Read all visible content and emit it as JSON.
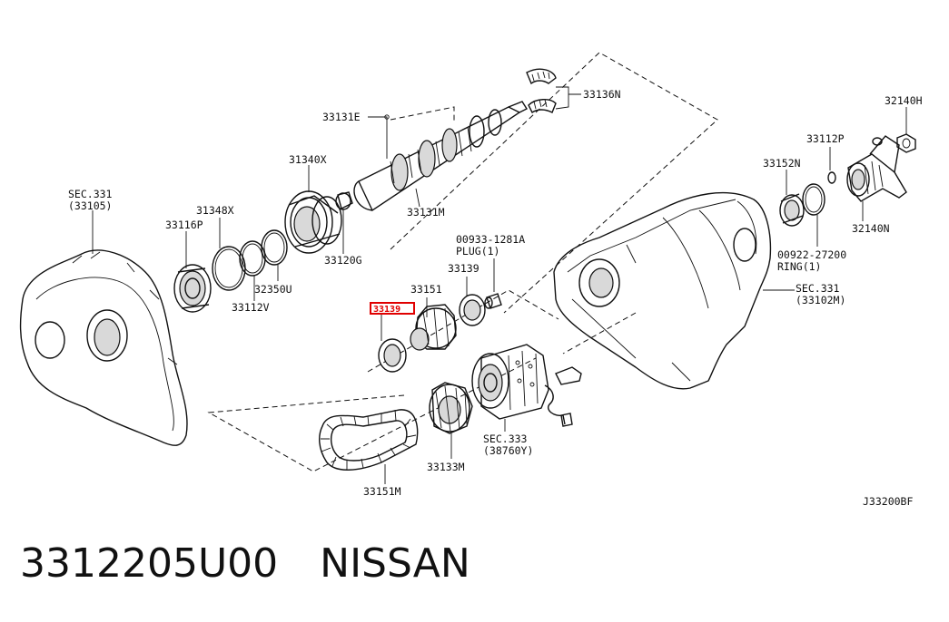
{
  "diagram": {
    "labels": {
      "sec331_left_a": "SEC.331",
      "sec331_left_b": "(33105)",
      "p31348x": "31348X",
      "p33116p": "33116P",
      "p31340x": "31340X",
      "p33131e": "33131E",
      "p33136n": "33136N",
      "p33131m": "33131M",
      "p33120g": "33120G",
      "p32350u": "32350U",
      "p33112v": "33112V",
      "p00933_a": "00933-1281A",
      "p00933_b": "PLUG(1)",
      "p33139": "33139",
      "p33151": "33151",
      "p33139_hl": "33139",
      "p33112p": "33112P",
      "p32140h": "32140H",
      "p33152n": "33152N",
      "p32140n": "32140N",
      "p00922_a": "00922-27200",
      "p00922_b": "RING(1)",
      "sec331_right_a": "SEC.331",
      "sec331_right_b": "(33102M)",
      "sec333_a": "SEC.333",
      "sec333_b": "(38760Y)",
      "p33133m": "33133M",
      "p33151m": "33151M",
      "ref": "J33200BF"
    },
    "highlight_color": "#e00000"
  },
  "caption": {
    "part_number": "3312205U00",
    "brand": "NISSAN"
  }
}
